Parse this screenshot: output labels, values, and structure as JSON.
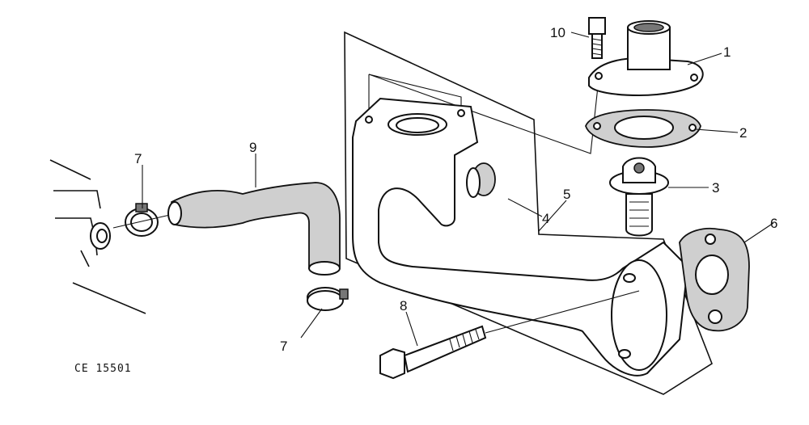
{
  "figure": {
    "code": "CE 15501",
    "callouts": [
      "10",
      "1",
      "2",
      "3",
      "4",
      "5",
      "6",
      "7",
      "7",
      "8",
      "9"
    ]
  }
}
